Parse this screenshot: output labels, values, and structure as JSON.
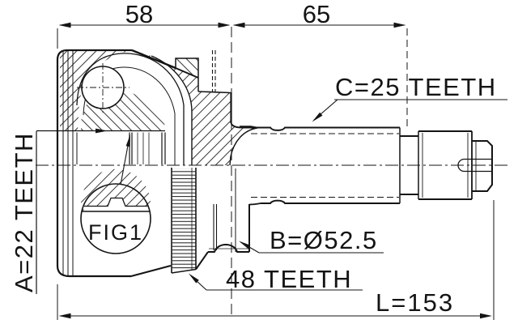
{
  "drawing": {
    "dimensions": {
      "width_left": "58",
      "width_right": "65",
      "overall_length": "L=153",
      "body_diameter": "B=Ø52.5"
    },
    "splines": {
      "outer_shaft": "C=25 TEETH",
      "inner_bore": "A=22 TEETH",
      "abs_ring": "48 TEETH"
    },
    "detail": {
      "figure_label": "FIG1"
    },
    "colors": {
      "ink": "#141414",
      "paper": "#ffffff"
    }
  }
}
